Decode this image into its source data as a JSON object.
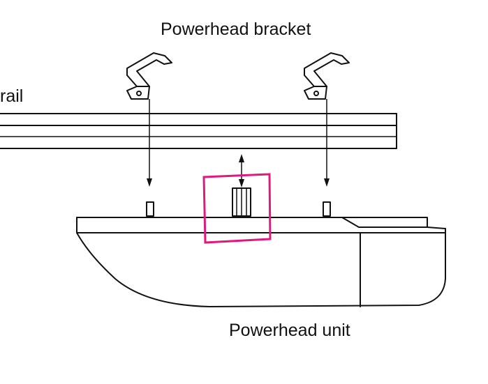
{
  "labels": {
    "bracket": "Powerhead bracket",
    "rail": "rail",
    "unit": "Powerhead unit"
  },
  "colors": {
    "line": "#111111",
    "highlight": "#e0197d",
    "background": "#ffffff"
  }
}
